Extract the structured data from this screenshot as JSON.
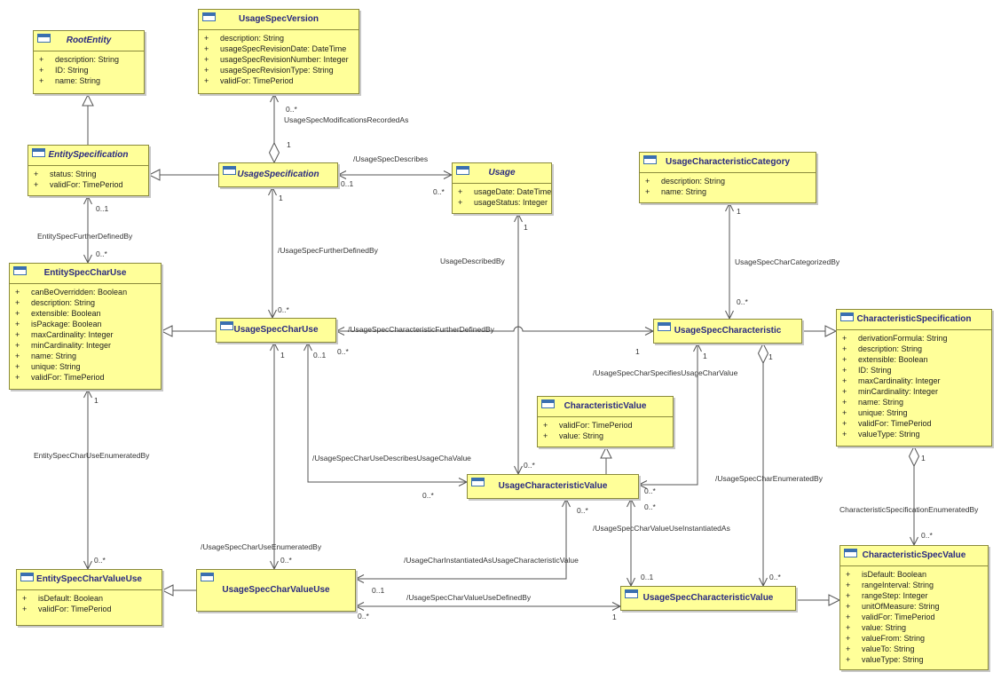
{
  "classes": [
    {
      "id": "RootEntity",
      "name": "RootEntity",
      "abstract": true,
      "attrs": [
        "description: String",
        "ID: String",
        "name: String"
      ]
    },
    {
      "id": "UsageSpecVersion",
      "name": "UsageSpecVersion",
      "abstract": false,
      "attrs": [
        "description: String",
        "usageSpecRevisionDate: DateTime",
        "usageSpecRevisionNumber: Integer",
        "usageSpecRevisionType: String",
        "validFor: TimePeriod"
      ]
    },
    {
      "id": "EntitySpecification",
      "name": "EntitySpecification",
      "abstract": true,
      "attrs": [
        "status: String",
        "validFor: TimePeriod"
      ]
    },
    {
      "id": "UsageSpecification",
      "name": "UsageSpecification",
      "abstract": true,
      "attrs": []
    },
    {
      "id": "Usage",
      "name": "Usage",
      "abstract": true,
      "attrs": [
        "usageDate: DateTime",
        "usageStatus: Integer"
      ]
    },
    {
      "id": "UsageCharacteristicCategory",
      "name": "UsageCharacteristicCategory",
      "abstract": false,
      "attrs": [
        "description: String",
        "name: String"
      ]
    },
    {
      "id": "EntitySpecCharUse",
      "name": "EntitySpecCharUse",
      "abstract": false,
      "attrs": [
        "canBeOverridden: Boolean",
        "description: String",
        "extensible: Boolean",
        "isPackage: Boolean",
        "maxCardinality: Integer",
        "minCardinality: Integer",
        "name: String",
        "unique: String",
        "validFor: TimePeriod"
      ]
    },
    {
      "id": "UsageSpecCharUse",
      "name": "UsageSpecCharUse",
      "abstract": false,
      "attrs": []
    },
    {
      "id": "UsageSpecCharacteristic",
      "name": "UsageSpecCharacteristic",
      "abstract": false,
      "attrs": []
    },
    {
      "id": "CharacteristicSpecification",
      "name": "CharacteristicSpecification",
      "abstract": false,
      "attrs": [
        "derivationFormula: String",
        "description: String",
        "extensible: Boolean",
        "ID: String",
        "maxCardinality: Integer",
        "minCardinality: Integer",
        "name: String",
        "unique: String",
        "validFor: TimePeriod",
        "valueType: String"
      ]
    },
    {
      "id": "CharacteristicValue",
      "name": "CharacteristicValue",
      "abstract": false,
      "attrs": [
        "validFor: TimePeriod",
        "value: String"
      ]
    },
    {
      "id": "UsageCharacteristicValue",
      "name": "UsageCharacteristicValue",
      "abstract": false,
      "attrs": []
    },
    {
      "id": "EntitySpecCharValueUse",
      "name": "EntitySpecCharValueUse",
      "abstract": false,
      "attrs": [
        "isDefault: Boolean",
        "validFor: TimePeriod"
      ]
    },
    {
      "id": "UsageSpecCharValueUse",
      "name": "UsageSpecCharValueUse",
      "abstract": false,
      "attrs": []
    },
    {
      "id": "UsageSpecCharacteristicValue",
      "name": "UsageSpecCharacteristicValue",
      "abstract": false,
      "attrs": []
    },
    {
      "id": "CharacteristicSpecValue",
      "name": "CharacteristicSpecValue",
      "abstract": false,
      "attrs": [
        "isDefault: Boolean",
        "rangeInterval: String",
        "rangeStep: Integer",
        "unitOfMeasure: String",
        "validFor: TimePeriod",
        "value: String",
        "valueFrom: String",
        "valueTo: String",
        "valueType: String"
      ]
    }
  ],
  "visibility_symbol": "+",
  "relationships": [
    {
      "id": "r1",
      "from": "EntitySpecification",
      "to": "RootEntity",
      "type": "generalization"
    },
    {
      "id": "r2",
      "from": "UsageSpecification",
      "to": "EntitySpecification",
      "type": "generalization"
    },
    {
      "id": "r3",
      "from": "UsageSpecification",
      "to": "UsageSpecVersion",
      "type": "aggregation",
      "label": "UsageSpecModificationsRecordedAs",
      "mult_whole": "1",
      "mult_part": "0..*"
    },
    {
      "id": "r4",
      "from": "UsageSpecification",
      "to": "Usage",
      "type": "association",
      "label": "/UsageSpecDescribes",
      "mult_from": "0..1",
      "mult_to": "0..*"
    },
    {
      "id": "r5",
      "from": "EntitySpecification",
      "to": "EntitySpecCharUse",
      "type": "association",
      "label": "EntitySpecFurtherDefinedBy",
      "mult_from": "0..1",
      "mult_to": "0..*"
    },
    {
      "id": "r6",
      "from": "UsageSpecification",
      "to": "UsageSpecCharUse",
      "type": "association",
      "label": "/UsageSpecFurtherDefinedBy",
      "mult_from": "1",
      "mult_to": "0..*"
    },
    {
      "id": "r7",
      "from": "UsageSpecCharUse",
      "to": "EntitySpecCharUse",
      "type": "generalization"
    },
    {
      "id": "r8",
      "from": "UsageSpecCharUse",
      "to": "UsageSpecCharacteristic",
      "type": "association",
      "label": "/UsageSpecCharacteristicFurtherDefinedBy",
      "mult_from": "0..*",
      "mult_to": "1"
    },
    {
      "id": "r9",
      "from": "UsageSpecCharacteristic",
      "to": "UsageCharacteristicCategory",
      "type": "association",
      "label": "UsageSpecCharCategorizedBy",
      "mult_from": "0..*",
      "mult_to": "1"
    },
    {
      "id": "r10",
      "from": "UsageSpecCharacteristic",
      "to": "CharacteristicSpecification",
      "type": "generalization"
    },
    {
      "id": "r11",
      "from": "Usage",
      "to": "UsageCharacteristicValue",
      "type": "association",
      "label": "UsageDescribedBy",
      "mult_from": "1",
      "mult_to": "0..*"
    },
    {
      "id": "r12",
      "from": "UsageCharacteristicValue",
      "to": "UsageSpecCharacteristic",
      "type": "association",
      "label": "/UsageSpecCharSpecifiesUsageCharValue",
      "mult_from": "0..*",
      "mult_to": "1"
    },
    {
      "id": "r13",
      "from": "UsageCharacteristicValue",
      "to": "CharacteristicValue",
      "type": "generalization"
    },
    {
      "id": "r14",
      "from": "UsageSpecCharUse",
      "to": "UsageCharacteristicValue",
      "type": "association",
      "label": "/UsageSpecCharUseDescribesUsageChaValue",
      "mult_from": "0..1",
      "mult_to": "0..*"
    },
    {
      "id": "r15",
      "from": "EntitySpecCharUse",
      "to": "EntitySpecCharValueUse",
      "type": "association",
      "label": "EntitySpecCharUseEnumeratedBy",
      "mult_from": "1",
      "mult_to": "0..*"
    },
    {
      "id": "r16",
      "from": "UsageSpecCharUse",
      "to": "UsageSpecCharValueUse",
      "type": "association",
      "label": "/UsageSpecCharUseEnumeratedBy",
      "mult_from": "1",
      "mult_to": "0..*"
    },
    {
      "id": "r17",
      "from": "UsageSpecCharValueUse",
      "to": "EntitySpecCharValueUse",
      "type": "generalization"
    },
    {
      "id": "r18",
      "from": "UsageSpecCharValueUse",
      "to": "UsageCharacteristicValue",
      "type": "association",
      "label": "/UsageCharInstantiatedAsUsageCharacteristicValue",
      "mult_from": "0..1",
      "mult_to": "0..*"
    },
    {
      "id": "r19",
      "from": "UsageCharacteristicValue",
      "to": "UsageSpecCharacteristicValue",
      "type": "association",
      "label": "/UsageSpecCharValueUseInstantiatedAs",
      "mult_from": "0..*",
      "mult_to": "0..1"
    },
    {
      "id": "r20",
      "from": "UsageSpecCharValueUse",
      "to": "UsageSpecCharacteristicValue",
      "type": "association",
      "label": "/UsageSpecCharValueUseDefinedBy",
      "mult_from": "0..*",
      "mult_to": "1"
    },
    {
      "id": "r21",
      "from": "UsageSpecCharacteristic",
      "to": "UsageSpecCharacteristicValue",
      "type": "aggregation",
      "label": "/UsageSpecCharEnumeratedBy",
      "mult_whole": "1",
      "mult_part": "0..*"
    },
    {
      "id": "r22",
      "from": "UsageSpecCharacteristicValue",
      "to": "CharacteristicSpecValue",
      "type": "generalization"
    },
    {
      "id": "r23",
      "from": "CharacteristicSpecification",
      "to": "CharacteristicSpecValue",
      "type": "aggregation",
      "label": "CharacteristicSpecificationEnumeratedBy",
      "mult_whole": "1",
      "mult_part": "0..*"
    }
  ]
}
